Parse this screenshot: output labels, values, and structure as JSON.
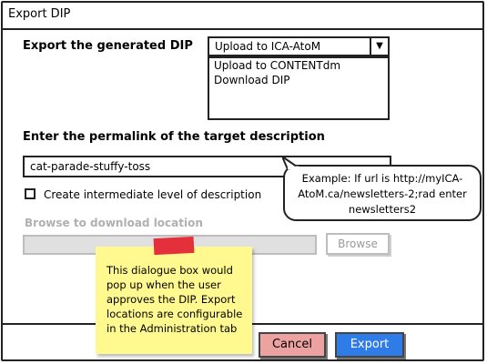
{
  "window": {
    "title": "Export DIP"
  },
  "export": {
    "label": "Export the generated DIP",
    "selected": "Upload to ICA-AtoM",
    "options": [
      "Upload to CONTENTdm",
      "Download DIP"
    ]
  },
  "permalink": {
    "label": "Enter the permalink of the target description",
    "value": "cat-parade-stuffy-toss"
  },
  "checkbox": {
    "label": "Create intermediate level of description",
    "checked": false
  },
  "browse": {
    "label": "Browse to download location",
    "button": "Browse"
  },
  "buttons": {
    "cancel": "Cancel",
    "export": "Export"
  },
  "callout": {
    "text": "Example: If url is http://myICA-AtoM.ca/newsletters-2;rad enter newsletters2"
  },
  "note": {
    "text": "This dialogue box would pop up when the user approves the DIP. Export locations are configurable in the Administration tab"
  },
  "colors": {
    "cancel": "#eda2a2",
    "export": "#2f7be8",
    "note": "#fff98f",
    "tape": "#e3303a",
    "disabled": "#e0e0e0"
  }
}
